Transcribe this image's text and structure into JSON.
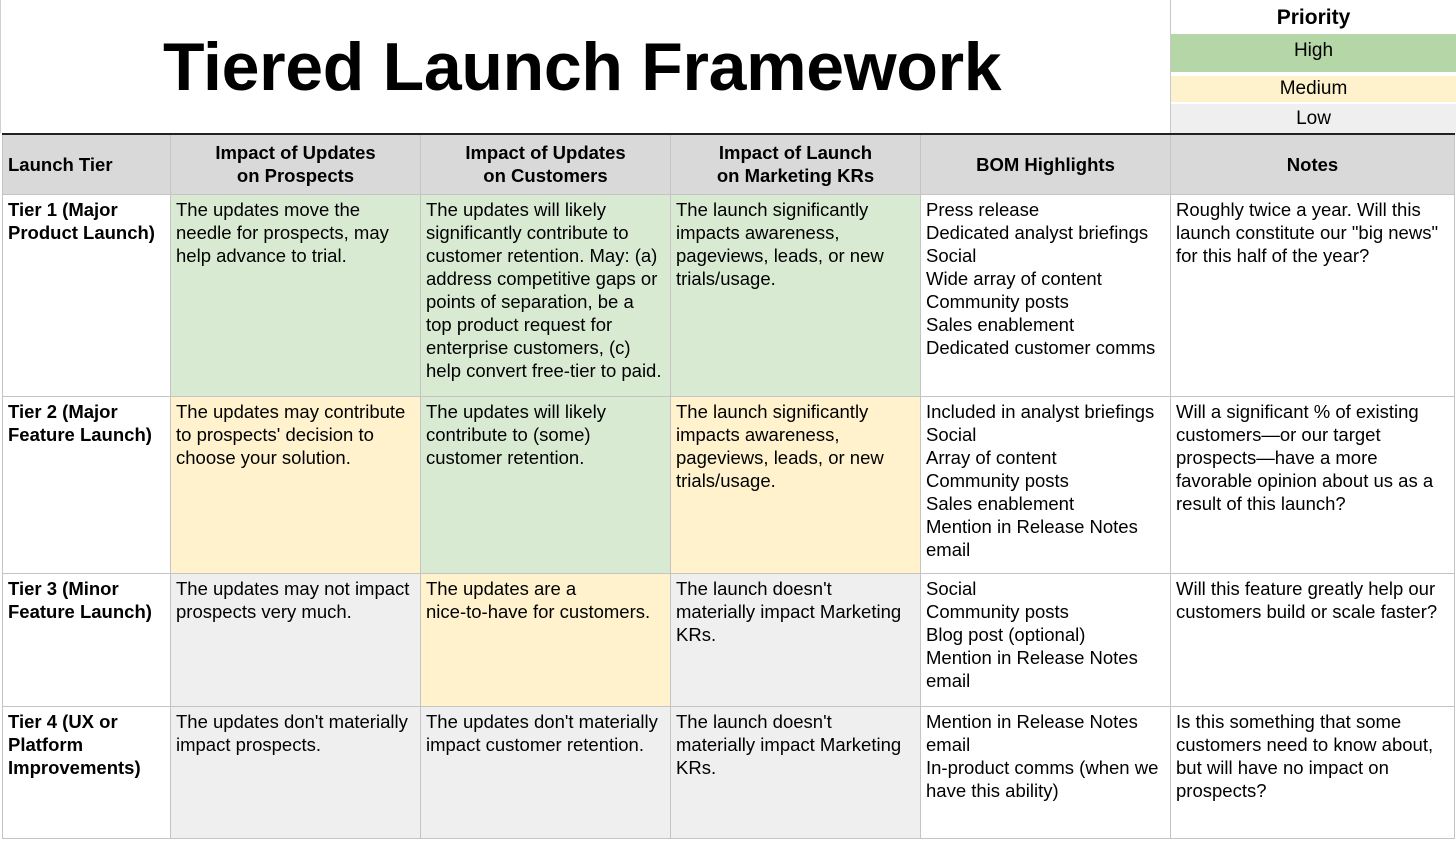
{
  "title": "Tiered Launch Framework",
  "legend": {
    "title": "Priority",
    "high": "High",
    "medium": "Medium",
    "low": "Low",
    "colors": {
      "high": "#b5d6a7",
      "medium": "#fdf2cc",
      "low": "#efefef"
    }
  },
  "headers": {
    "tier": "Launch Tier",
    "prospects": [
      "Impact of Updates",
      "on Prospects"
    ],
    "customers": [
      "Impact of Updates",
      "on Customers"
    ],
    "kr": [
      "Impact of Launch",
      "on Marketing KRs"
    ],
    "bom": "BOM Highlights",
    "notes": "Notes"
  },
  "rows": [
    {
      "tier": [
        "Tier 1 (Major",
        "Product Launch)"
      ],
      "prospects": [
        "The updates move the",
        "needle for prospects, may",
        "help advance to trial."
      ],
      "customers": [
        "The updates will likely",
        "significantly contribute to",
        "customer retention. May: (a)",
        "address competitive gaps or",
        "points of separation, be a",
        "top product request for",
        "enterprise customers, (c)",
        "help convert free-tier to paid."
      ],
      "kr": [
        "The launch significantly",
        "impacts awareness,",
        "pageviews, leads, or new",
        "trials/usage."
      ],
      "bom": [
        "Press release",
        "Dedicated analyst briefings",
        "Social",
        "Wide array of content",
        "Community posts",
        "Sales enablement",
        "Dedicated customer comms"
      ],
      "notes": [
        "Roughly twice a year. Will this",
        "launch constitute our \"big news\"",
        "for this half of the year?"
      ]
    },
    {
      "tier": [
        "Tier 2 (Major",
        "Feature Launch)"
      ],
      "prospects": [
        "The updates may contribute",
        "to prospects' decision to",
        "choose your solution."
      ],
      "customers": [
        "The updates will likely",
        "contribute to (some)",
        "customer retention."
      ],
      "kr": [
        "The launch significantly",
        "impacts awareness,",
        "pageviews, leads, or new",
        "trials/usage."
      ],
      "bom": [
        "Included in analyst briefings",
        "Social",
        "Array of content",
        "Community posts",
        "Sales enablement",
        "Mention in Release Notes",
        "email"
      ],
      "notes": [
        "Will a significant % of existing",
        "customers—or our target",
        "prospects—have a more",
        "favorable opinion about us as a",
        "result of this launch?"
      ]
    },
    {
      "tier": [
        "Tier 3 (Minor",
        "Feature Launch)"
      ],
      "prospects": [
        "The updates may not impact",
        "prospects very much."
      ],
      "customers": [
        "The updates are a",
        "nice-to-have for customers."
      ],
      "kr": [
        "The launch doesn't",
        "materially impact Marketing",
        "KRs."
      ],
      "bom": [
        "Social",
        "Community posts",
        "Blog post (optional)",
        "Mention in Release Notes",
        "email"
      ],
      "notes": [
        "Will this feature greatly help our",
        "customers build or scale faster?"
      ]
    },
    {
      "tier": [
        "Tier 4 (UX or",
        "Platform",
        "Improvements)"
      ],
      "prospects": [
        "The updates don't materially",
        "impact prospects."
      ],
      "customers": [
        "The updates don't materially",
        "impact customer retention."
      ],
      "kr": [
        "The launch doesn't",
        "materially impact Marketing",
        "KRs."
      ],
      "bom": [
        "Mention in Release Notes",
        "email",
        "In-product comms (when we",
        "have this ability)"
      ],
      "notes": [
        "Is this something that some",
        "customers need to know about,",
        "but will have no impact on",
        "prospects?"
      ]
    }
  ]
}
